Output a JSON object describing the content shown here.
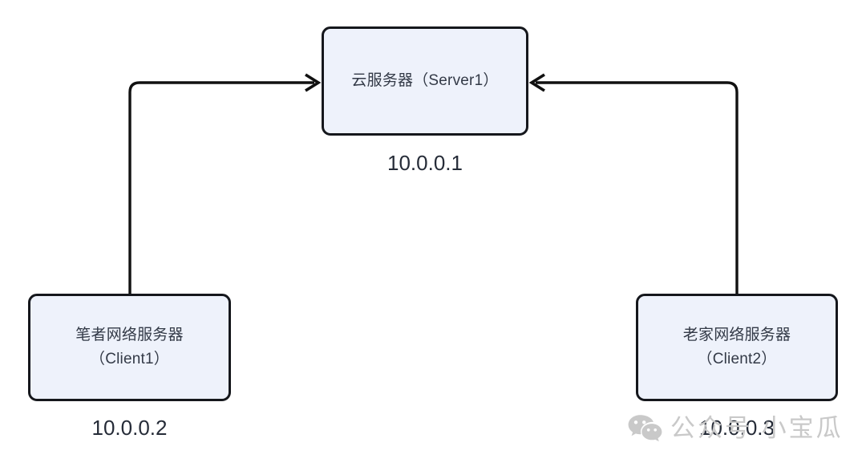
{
  "diagram": {
    "background_color": "#ffffff",
    "node_fill_color": "#eef2fb",
    "node_border_color": "#15171c",
    "connector_color": "#111111",
    "label_text_color": "#333a47",
    "ip_text_color": "#262c38",
    "nodes": [
      {
        "id": "server",
        "label": "云服务器（Server1）",
        "ip": "10.0.0.1"
      },
      {
        "id": "client1",
        "label": "笔者网络服务器\n（Client1）",
        "ip": "10.0.0.2"
      },
      {
        "id": "client2",
        "label": "老家网络服务器\n（Client2）",
        "ip": "10.0.0.3"
      }
    ],
    "connectors": [
      {
        "id": "client1-to-server",
        "from": "client1",
        "to": "server",
        "arrow_at": "server-left",
        "style": "orthogonal-rounded"
      },
      {
        "id": "client2-to-server",
        "from": "client2",
        "to": "server",
        "arrow_at": "server-right",
        "style": "orthogonal-rounded"
      }
    ]
  },
  "watermark": {
    "icon": "wechat-icon",
    "text": "公众号 小宝瓜",
    "color": "#c9c9c9"
  }
}
